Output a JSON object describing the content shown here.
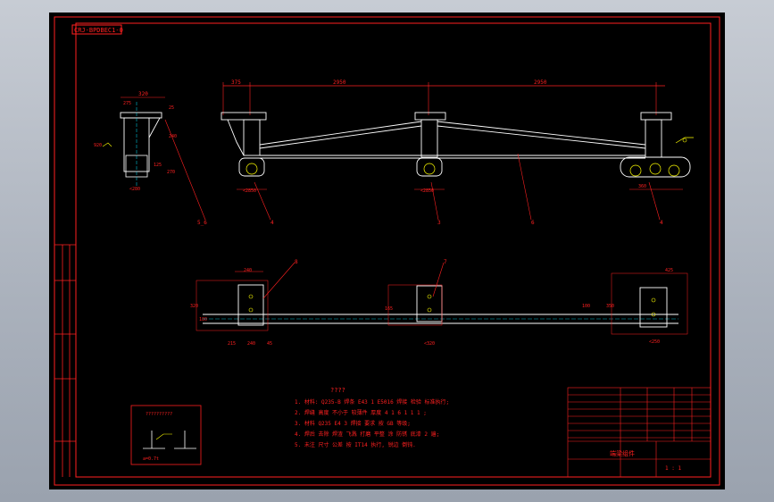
{
  "drawing": {
    "code": "CRJ-BPDBEC1-0",
    "colors": {
      "background": "#000000",
      "frame": "#ff2020",
      "geometry": "#ffffff",
      "hidden": "#ffff00",
      "cyan": "#00e5ff"
    }
  },
  "front_view": {
    "dims": {
      "left": "375",
      "mid": "2950",
      "right": "2950"
    },
    "bogie_labels": {
      "b1": "<2850",
      "b2": "<2850",
      "b3": "360"
    },
    "callouts": {
      "c1": "4",
      "c2": "3",
      "c3": "6",
      "c4": "4"
    }
  },
  "side_view": {
    "dims": {
      "top": "320",
      "a": "275",
      "b": "25",
      "c": "240",
      "h": "920",
      "d": "270",
      "e": "125",
      "bottom": "<280"
    },
    "callout": "5_6"
  },
  "plan_view": {
    "dims": {
      "w1": "240",
      "h1": "320",
      "s1": "215",
      "s2": "240",
      "s3": "45",
      "left_h": "180",
      "mid_h": "165",
      "mid_b": "<320",
      "right_w": "425",
      "right_h": "350",
      "right_b": "<250",
      "x1": "100"
    },
    "callouts": {
      "c1": "8",
      "c2": "7"
    }
  },
  "notes": {
    "title": "????",
    "lines": [
      "1. 材料: Q235-B 焊条 E43 1 E5016 焊接 检验 标准执行;",
      "2. 焊缝 高度 不小于 较薄件 厚度 4 1 6 1 1 1 ;",
      "3. 材料 Q235 E4 3 焊接 要求 按 GB 等级;",
      "4. 焊后 去除 焊渣 飞溅 打磨 平整 涂 防锈 底漆 2 遍;",
      "5. 未注 尺寸 公差 按 IT14 执行, 锐边 倒钝."
    ]
  },
  "weld_detail": {
    "title": "??????????",
    "label": "a=0.7t"
  },
  "title_block": {
    "name": "端梁组件",
    "sub": "1 : 1",
    "rows": 8
  }
}
